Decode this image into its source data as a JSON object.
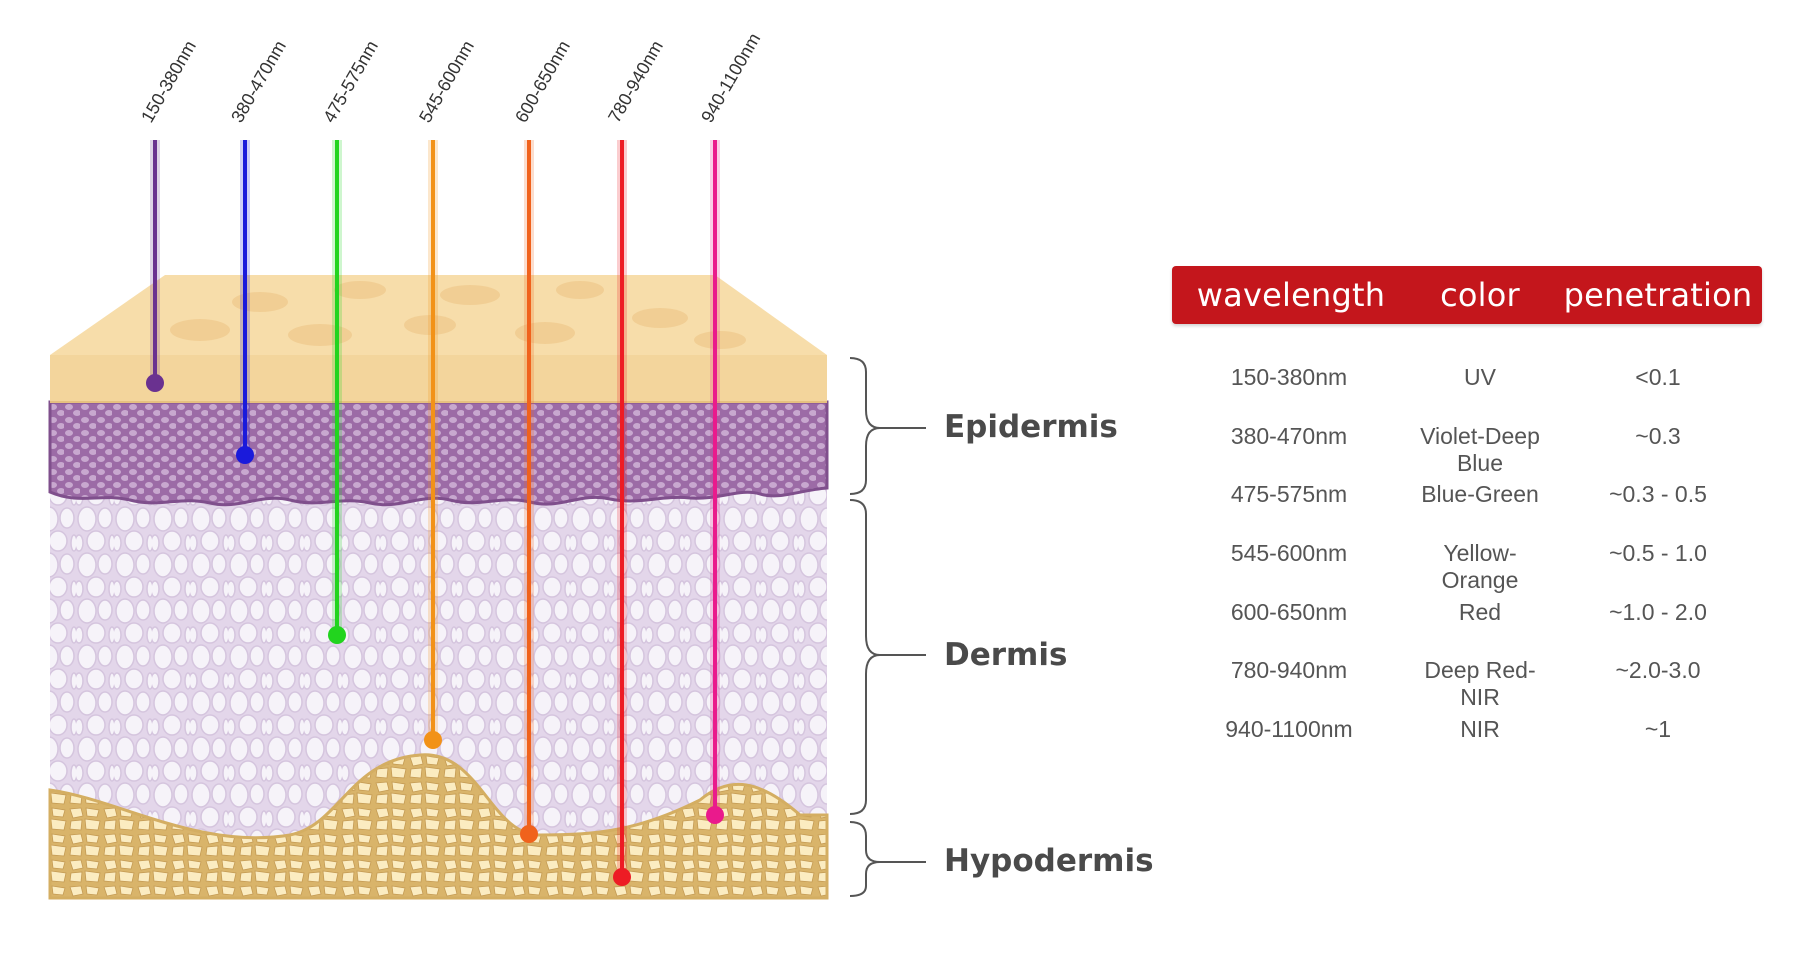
{
  "beams": [
    {
      "label": "150-380nm",
      "color": "#6a3190",
      "depth": 0.1
    },
    {
      "label": "380-470nm",
      "color": "#1a1adb",
      "depth": 0.3
    },
    {
      "label": "475-575nm",
      "color": "#22d41e",
      "depth": 0.4
    },
    {
      "label": "545-600nm",
      "color": "#f29218",
      "depth": 0.75
    },
    {
      "label": "600-650nm",
      "color": "#f0621c",
      "depth": 1.5
    },
    {
      "label": "780-940nm",
      "color": "#ed1c24",
      "depth": 2.5
    },
    {
      "label": "940-1100nm",
      "color": "#ea1a8c",
      "depth": 1.0
    }
  ],
  "layers": {
    "epidermis": "Epidermis",
    "dermis": "Dermis",
    "hypodermis": "Hypodermis"
  },
  "table": {
    "header_color": "#c4161c",
    "headers": {
      "wavelength": "wavelength",
      "color": "color",
      "penetration": "penetration"
    },
    "rows": [
      {
        "wavelength": "150-380nm",
        "color": "UV",
        "penetration": "<0.1"
      },
      {
        "wavelength": "380-470nm",
        "color": "Violet-Deep Blue",
        "penetration": "~0.3"
      },
      {
        "wavelength": "475-575nm",
        "color": "Blue-Green",
        "penetration": "~0.3 - 0.5"
      },
      {
        "wavelength": "545-600nm",
        "color": "Yellow-Orange",
        "penetration": "~0.5 - 1.0"
      },
      {
        "wavelength": "600-650nm",
        "color": "Red",
        "penetration": "~1.0 - 2.0"
      },
      {
        "wavelength": "780-940nm",
        "color": "Deep Red-NIR",
        "penetration": "~2.0-3.0"
      },
      {
        "wavelength": "940-1100nm",
        "color": "NIR",
        "penetration": "~1"
      }
    ]
  },
  "skin_colors": {
    "surface": "#f6d9a4",
    "epidermis": "#9c6aa4",
    "dermis": "#e6dbea",
    "hypodermis": "#f4dd9c"
  }
}
